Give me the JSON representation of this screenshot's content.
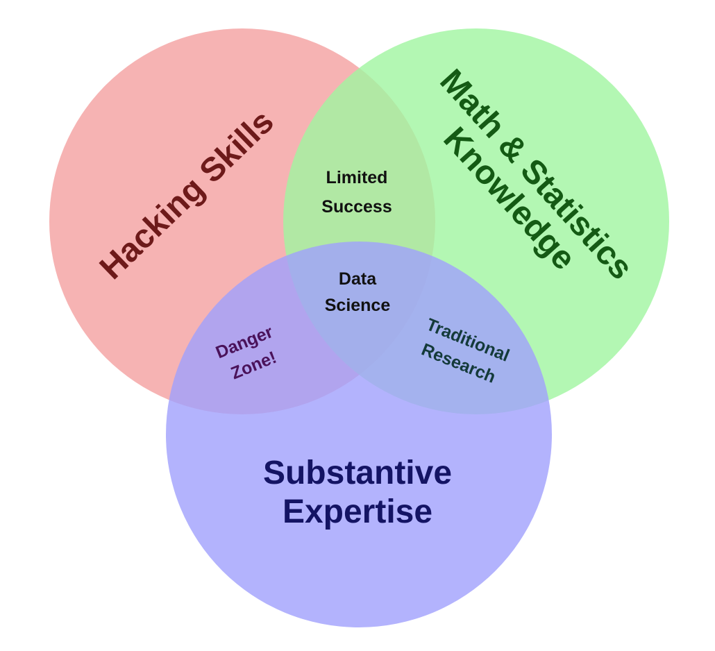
{
  "circles": {
    "hacking": {
      "label": "Hacking Skills",
      "fill_color": "#f4a0a0",
      "text_color": "#6d1a1a"
    },
    "math": {
      "label_line1": "Math & Statistics",
      "label_line2": "Knowledge",
      "fill_color": "#a0f5a0",
      "text_color": "#145a14"
    },
    "substantive": {
      "label_line1": "Substantive",
      "label_line2": "Expertise",
      "fill_color": "#a0a0fc",
      "text_color": "#141464"
    }
  },
  "intersections": {
    "limited_success": {
      "line1": "Limited",
      "line2": "Success"
    },
    "data_science": {
      "line1": "Data",
      "line2": "Science"
    },
    "danger_zone": {
      "line1": "Danger",
      "line2": "Zone!",
      "text_color": "#4a125a"
    },
    "traditional_research": {
      "line1": "Traditional",
      "line2": "Research",
      "text_color": "#143a3a"
    }
  },
  "intersection_text_color": "#111111"
}
